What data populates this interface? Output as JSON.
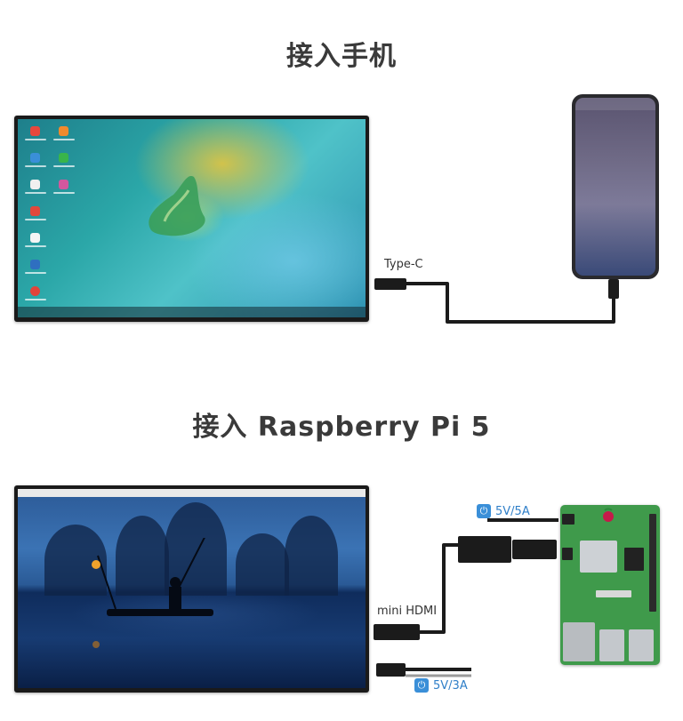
{
  "titles": {
    "section_phone": "接入手机",
    "section_pi": "接入 Raspberry Pi 5"
  },
  "connectors": {
    "type_c": "Type-C",
    "mini_hdmi": "mini HDMI"
  },
  "power": {
    "input_5v5a": "5V/5A",
    "input_5v3a": "5V/3A"
  },
  "icons": {
    "power": "⏻"
  },
  "colors": {
    "title": "#3a3a3a",
    "power_accent": "#3a8fd8",
    "power_text": "#2f7fc8",
    "cable": "#1b1b1b",
    "pcb_green": "#3f9a4b"
  }
}
